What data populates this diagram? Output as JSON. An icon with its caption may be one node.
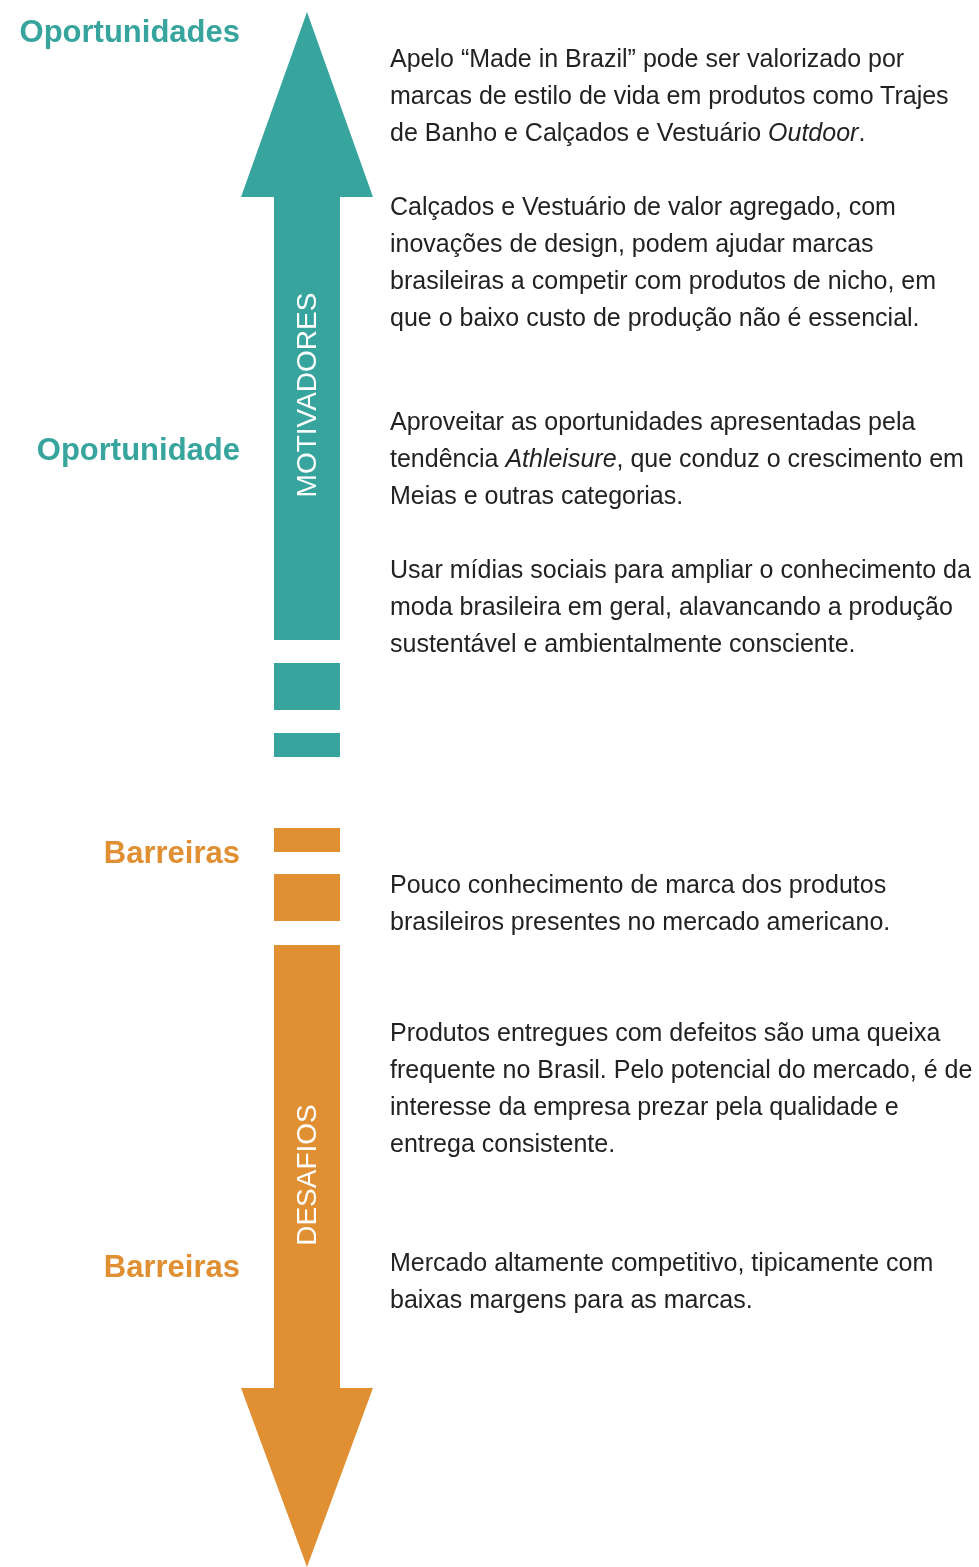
{
  "diagram": {
    "nodes": [
      {
        "text": [
          "MOTIVADORES"
        ]
      },
      {
        "text": [
          "DESAFIOS"
        ]
      }
    ],
    "edges": [],
    "labels": [
      "Oportunidades",
      "Apelo “Made in Brazil” pode ser valorizado por marcas de estilo de vida em produtos como Trajes de Banho e Calçados e Vestuário *Outdoor*.",
      "Calçados e Vestuário de valor agregado, com inovações de design, podem ajudar marcas brasileiras a competir com produtos de nicho, em que o baixo custo de produção não é essencial.",
      "Oportunidade",
      "Aproveitar as oportunidades apresentadas pela tendência *Athleisure*, que conduz o crescimento em Meias e outras categorias.",
      "Usar mídias sociais para ampliar o conhecimento da moda brasileira em geral, alavancando a produção sustentável e ambientalmente consciente.",
      "Barreiras",
      "Pouco conhecimento de marca dos produtos brasileiros presentes no mercado americano.",
      "Produtos entregues com defeitos são uma queixa frequente no Brasil. Pelo potencial do mercado, é de interesse da empresa prezar pela qualidade e entrega consistente.",
      "Barreiras",
      "Mercado altamente competitivo, tipicamente com baixas margens para as marcas."
    ]
  }
}
